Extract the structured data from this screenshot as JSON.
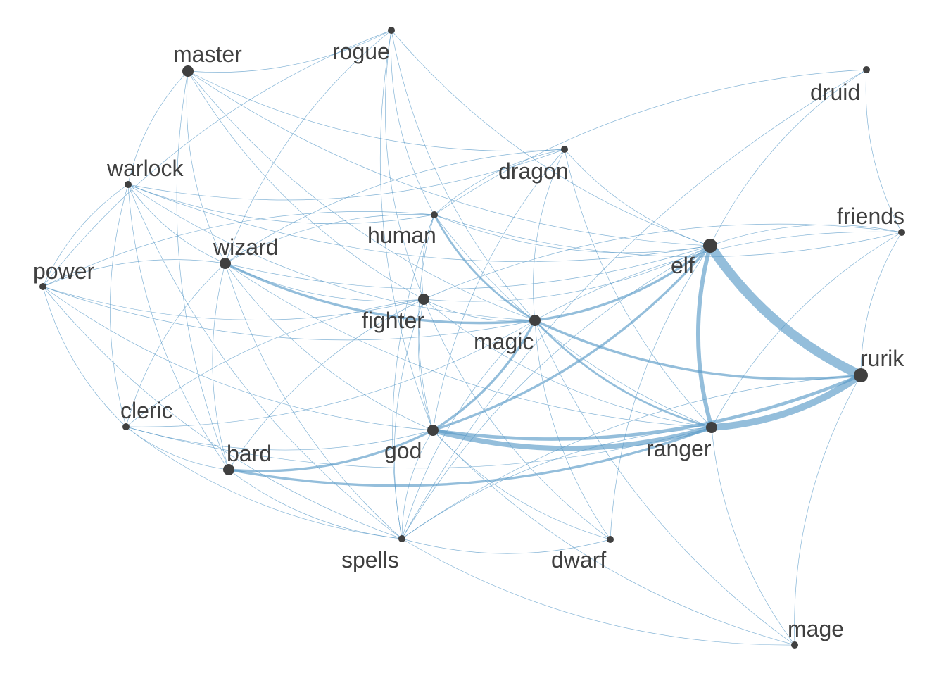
{
  "diagram": {
    "type": "network-graph",
    "edge_color": "#5b9bc8",
    "node_color": "#404040",
    "label_color": "#404040",
    "background": "#ffffff",
    "nodes": [
      {
        "id": "master",
        "label": "master",
        "size": "medium"
      },
      {
        "id": "rogue",
        "label": "rogue",
        "size": "small"
      },
      {
        "id": "druid",
        "label": "druid",
        "size": "small"
      },
      {
        "id": "warlock",
        "label": "warlock",
        "size": "small"
      },
      {
        "id": "dragon",
        "label": "dragon",
        "size": "small"
      },
      {
        "id": "human",
        "label": "human",
        "size": "small"
      },
      {
        "id": "friends",
        "label": "friends",
        "size": "small"
      },
      {
        "id": "wizard",
        "label": "wizard",
        "size": "medium"
      },
      {
        "id": "elf",
        "label": "elf",
        "size": "large"
      },
      {
        "id": "power",
        "label": "power",
        "size": "small"
      },
      {
        "id": "fighter",
        "label": "fighter",
        "size": "medium"
      },
      {
        "id": "magic",
        "label": "magic",
        "size": "medium"
      },
      {
        "id": "rurik",
        "label": "rurik",
        "size": "large"
      },
      {
        "id": "cleric",
        "label": "cleric",
        "size": "small"
      },
      {
        "id": "ranger",
        "label": "ranger",
        "size": "medium"
      },
      {
        "id": "god",
        "label": "god",
        "size": "medium"
      },
      {
        "id": "bard",
        "label": "bard",
        "size": "medium"
      },
      {
        "id": "spells",
        "label": "spells",
        "size": "small"
      },
      {
        "id": "dwarf",
        "label": "dwarf",
        "size": "small"
      },
      {
        "id": "mage",
        "label": "mage",
        "size": "small"
      }
    ],
    "edges": [
      {
        "source": "elf",
        "target": "rurik",
        "weight": 10
      },
      {
        "source": "ranger",
        "target": "rurik",
        "weight": 7
      },
      {
        "source": "god",
        "target": "ranger",
        "weight": 5
      },
      {
        "source": "elf",
        "target": "ranger",
        "weight": 4
      },
      {
        "source": "god",
        "target": "rurik",
        "weight": 3
      },
      {
        "source": "magic",
        "target": "rurik",
        "weight": 2
      },
      {
        "source": "wizard",
        "target": "magic",
        "weight": 2
      },
      {
        "source": "magic",
        "target": "elf",
        "weight": 2
      },
      {
        "source": "god",
        "target": "elf",
        "weight": 2
      },
      {
        "source": "bard",
        "target": "ranger",
        "weight": 2
      },
      {
        "source": "bard",
        "target": "god",
        "weight": 2
      },
      {
        "source": "god",
        "target": "magic",
        "weight": 2
      },
      {
        "source": "magic",
        "target": "ranger",
        "weight": 1.5
      },
      {
        "source": "human",
        "target": "magic",
        "weight": 1.5
      },
      {
        "source": "master",
        "target": "magic",
        "weight": 1
      },
      {
        "source": "master",
        "target": "rogue",
        "weight": 1
      },
      {
        "source": "master",
        "target": "elf",
        "weight": 1
      },
      {
        "source": "master",
        "target": "warlock",
        "weight": 1
      },
      {
        "source": "master",
        "target": "wizard",
        "weight": 1
      },
      {
        "source": "master",
        "target": "dragon",
        "weight": 1
      },
      {
        "source": "master",
        "target": "fighter",
        "weight": 1
      },
      {
        "source": "master",
        "target": "bard",
        "weight": 1
      },
      {
        "source": "rogue",
        "target": "wizard",
        "weight": 1
      },
      {
        "source": "rogue",
        "target": "human",
        "weight": 1
      },
      {
        "source": "rogue",
        "target": "fighter",
        "weight": 1
      },
      {
        "source": "rogue",
        "target": "magic",
        "weight": 1
      },
      {
        "source": "rogue",
        "target": "elf",
        "weight": 1
      },
      {
        "source": "rogue",
        "target": "power",
        "weight": 1
      },
      {
        "source": "rogue",
        "target": "god",
        "weight": 1
      },
      {
        "source": "druid",
        "target": "elf",
        "weight": 1
      },
      {
        "source": "druid",
        "target": "friends",
        "weight": 1
      },
      {
        "source": "druid",
        "target": "spells",
        "weight": 1
      },
      {
        "source": "druid",
        "target": "human",
        "weight": 1
      },
      {
        "source": "warlock",
        "target": "wizard",
        "weight": 1
      },
      {
        "source": "warlock",
        "target": "human",
        "weight": 1
      },
      {
        "source": "warlock",
        "target": "dragon",
        "weight": 1
      },
      {
        "source": "warlock",
        "target": "power",
        "weight": 1
      },
      {
        "source": "warlock",
        "target": "cleric",
        "weight": 1
      },
      {
        "source": "warlock",
        "target": "bard",
        "weight": 1
      },
      {
        "source": "warlock",
        "target": "magic",
        "weight": 1
      },
      {
        "source": "warlock",
        "target": "elf",
        "weight": 1
      },
      {
        "source": "warlock",
        "target": "spells",
        "weight": 1
      },
      {
        "source": "dragon",
        "target": "human",
        "weight": 1
      },
      {
        "source": "dragon",
        "target": "elf",
        "weight": 1
      },
      {
        "source": "dragon",
        "target": "magic",
        "weight": 1
      },
      {
        "source": "dragon",
        "target": "god",
        "weight": 1
      },
      {
        "source": "dragon",
        "target": "ranger",
        "weight": 1
      },
      {
        "source": "dragon",
        "target": "wizard",
        "weight": 1
      },
      {
        "source": "human",
        "target": "wizard",
        "weight": 1
      },
      {
        "source": "human",
        "target": "fighter",
        "weight": 1
      },
      {
        "source": "human",
        "target": "elf",
        "weight": 1
      },
      {
        "source": "human",
        "target": "friends",
        "weight": 1
      },
      {
        "source": "human",
        "target": "god",
        "weight": 1
      },
      {
        "source": "human",
        "target": "spells",
        "weight": 1
      },
      {
        "source": "human",
        "target": "ranger",
        "weight": 1
      },
      {
        "source": "human",
        "target": "power",
        "weight": 1
      },
      {
        "source": "friends",
        "target": "elf",
        "weight": 1
      },
      {
        "source": "friends",
        "target": "magic",
        "weight": 1
      },
      {
        "source": "friends",
        "target": "fighter",
        "weight": 1
      },
      {
        "source": "friends",
        "target": "rurik",
        "weight": 1
      },
      {
        "source": "friends",
        "target": "ranger",
        "weight": 1
      },
      {
        "source": "wizard",
        "target": "power",
        "weight": 1
      },
      {
        "source": "wizard",
        "target": "fighter",
        "weight": 1
      },
      {
        "source": "wizard",
        "target": "elf",
        "weight": 1
      },
      {
        "source": "wizard",
        "target": "god",
        "weight": 1
      },
      {
        "source": "wizard",
        "target": "spells",
        "weight": 1
      },
      {
        "source": "wizard",
        "target": "bard",
        "weight": 1
      },
      {
        "source": "wizard",
        "target": "cleric",
        "weight": 1
      },
      {
        "source": "wizard",
        "target": "ranger",
        "weight": 1
      },
      {
        "source": "power",
        "target": "magic",
        "weight": 1
      },
      {
        "source": "power",
        "target": "fighter",
        "weight": 1
      },
      {
        "source": "power",
        "target": "cleric",
        "weight": 1
      },
      {
        "source": "power",
        "target": "spells",
        "weight": 1
      },
      {
        "source": "power",
        "target": "god",
        "weight": 1
      },
      {
        "source": "fighter",
        "target": "magic",
        "weight": 1
      },
      {
        "source": "fighter",
        "target": "elf",
        "weight": 1
      },
      {
        "source": "fighter",
        "target": "god",
        "weight": 1
      },
      {
        "source": "fighter",
        "target": "cleric",
        "weight": 1
      },
      {
        "source": "fighter",
        "target": "bard",
        "weight": 1
      },
      {
        "source": "fighter",
        "target": "spells",
        "weight": 1
      },
      {
        "source": "fighter",
        "target": "ranger",
        "weight": 1
      },
      {
        "source": "fighter",
        "target": "dwarf",
        "weight": 1
      },
      {
        "source": "magic",
        "target": "spells",
        "weight": 1
      },
      {
        "source": "magic",
        "target": "dwarf",
        "weight": 1
      },
      {
        "source": "magic",
        "target": "mage",
        "weight": 1
      },
      {
        "source": "elf",
        "target": "dwarf",
        "weight": 1
      },
      {
        "source": "elf",
        "target": "spells",
        "weight": 1
      },
      {
        "source": "rurik",
        "target": "spells",
        "weight": 1
      },
      {
        "source": "rurik",
        "target": "mage",
        "weight": 1
      },
      {
        "source": "cleric",
        "target": "god",
        "weight": 1
      },
      {
        "source": "cleric",
        "target": "spells",
        "weight": 1
      },
      {
        "source": "cleric",
        "target": "bard",
        "weight": 1
      },
      {
        "source": "cleric",
        "target": "ranger",
        "weight": 1
      },
      {
        "source": "cleric",
        "target": "magic",
        "weight": 1
      },
      {
        "source": "ranger",
        "target": "mage",
        "weight": 1
      },
      {
        "source": "ranger",
        "target": "spells",
        "weight": 1
      },
      {
        "source": "god",
        "target": "spells",
        "weight": 1
      },
      {
        "source": "god",
        "target": "dwarf",
        "weight": 1
      },
      {
        "source": "god",
        "target": "mage",
        "weight": 1
      },
      {
        "source": "bard",
        "target": "spells",
        "weight": 1
      },
      {
        "source": "spells",
        "target": "dwarf",
        "weight": 1
      },
      {
        "source": "spells",
        "target": "mage",
        "weight": 1
      }
    ]
  }
}
